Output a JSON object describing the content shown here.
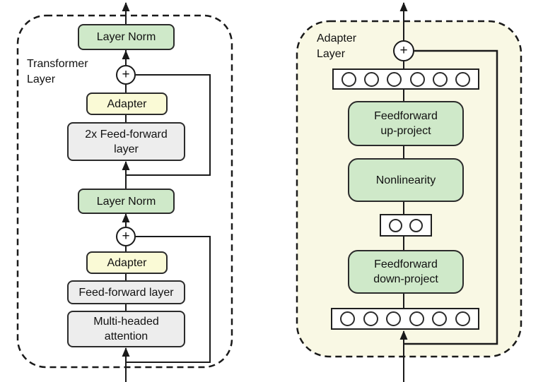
{
  "symbols": {
    "plus": "+"
  },
  "left_panel": {
    "label": "Transformer\nLayer",
    "layer_norm_top": "Layer Norm",
    "adapter_top": "Adapter",
    "feedforward_2x": "2x Feed-forward\nlayer",
    "layer_norm_bottom": "Layer Norm",
    "adapter_bottom": "Adapter",
    "feedforward": "Feed-forward layer",
    "attention": "Multi-headed\nattention"
  },
  "right_panel": {
    "label": "Adapter\nLayer",
    "up_project": "Feedforward\nup-project",
    "nonlinearity": "Nonlinearity",
    "down_project": "Feedforward\ndown-project"
  },
  "colors": {
    "green_box": "#cfe9c9",
    "yellow_box": "#fafad6",
    "gray_box": "#ededed",
    "panel_background": "#f9f8e4",
    "line": "#1a1a1a"
  }
}
